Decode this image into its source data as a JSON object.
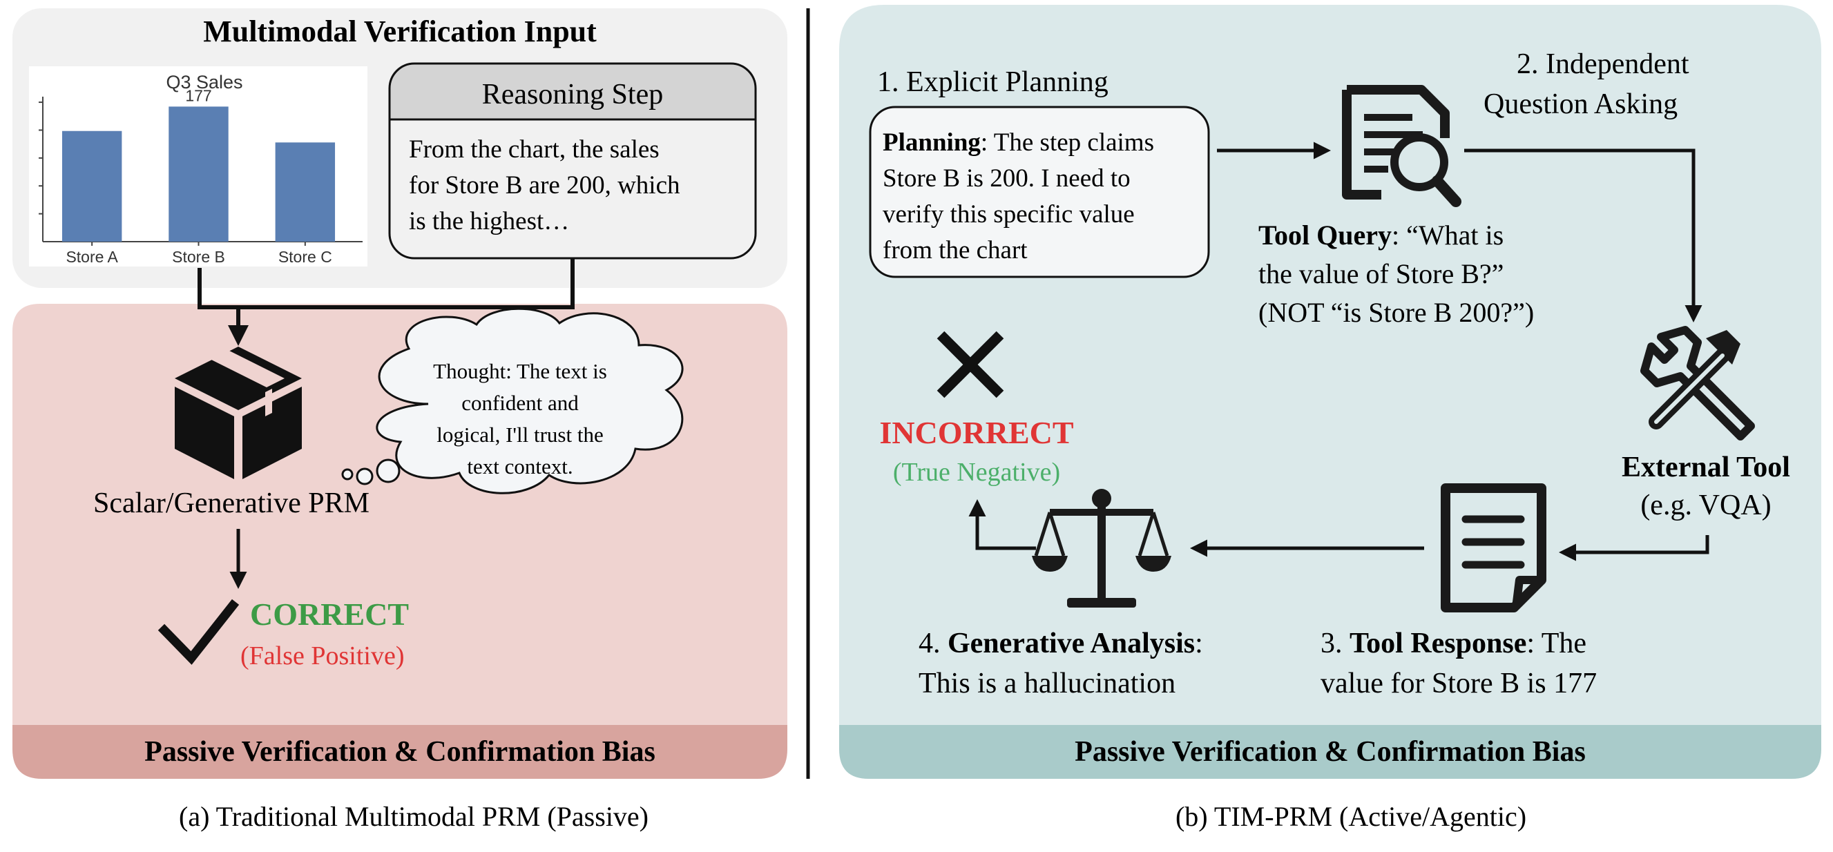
{
  "colors": {
    "input_bg": "#f1f1f1",
    "left_panel_bg": "#efd3d0",
    "left_footer_bg": "#d8a49e",
    "right_panel_bg": "#dbe9ea",
    "right_footer_bg": "#a9cbca",
    "correct_green": "#3d9b46",
    "incorrect_red": "#e03535",
    "true_negative_green": "#4caf6a",
    "bar_blue": "#5a7fb3"
  },
  "left": {
    "input_title": "Multimodal Verification Input",
    "reasoning_title": "Reasoning Step",
    "reasoning_lines": [
      "From the chart, the sales",
      "for Store B are 200, which",
      "is the highest…"
    ],
    "prm_label": "Scalar/Generative PRM",
    "thought_lines": [
      "Thought: The text is",
      "confident and",
      "logical, I'll trust the",
      "text context."
    ],
    "verdict": "CORRECT",
    "verdict_note": "(False Positive)",
    "footer": "Passive Verification & Confirmation Bias",
    "caption": "(a) Traditional Multimodal PRM (Passive)",
    "icons": {
      "box": "box-icon",
      "check": "checkmark-icon"
    }
  },
  "chart_data": {
    "type": "bar",
    "title": "Q3 Sales",
    "categories": [
      "Store A",
      "Store B",
      "Store C"
    ],
    "values": [
      145,
      177,
      130
    ],
    "data_labels": [
      "",
      "177",
      ""
    ],
    "ylim": [
      0,
      190
    ],
    "grid": false,
    "xlabel": "",
    "ylabel": ""
  },
  "right": {
    "step1_title": "1. Explicit Planning",
    "planning_bold": "Planning",
    "planning_lines": [
      ": The step claims",
      "Store B is 200. I need to",
      "verify this specific value",
      "from the chart"
    ],
    "step2_title_lines": [
      "2. Independent",
      "Question Asking"
    ],
    "query_bold": "Tool Query",
    "query_lines": [
      ": “What is",
      "the value of Store B?”",
      "(NOT “is Store B 200?”)"
    ],
    "tool_bold": "External Tool",
    "tool_sub": "(e.g. VQA)",
    "response_num": "3. ",
    "response_bold": "Tool Response",
    "response_lines": [
      ": The",
      "value for Store B is 177"
    ],
    "analysis_num": "4. ",
    "analysis_bold": "Generative Analysis",
    "analysis_lines": [
      ":",
      "This is a hallucination"
    ],
    "verdict": "INCORRECT",
    "verdict_note": "(True Negative)",
    "footer": "Passive Verification & Confirmation Bias",
    "caption": "(b) TIM-PRM (Active/Agentic)",
    "icons": {
      "search_doc": "document-search-icon",
      "tools": "tools-icon",
      "doc": "document-icon",
      "scale": "balance-scale-icon",
      "cross": "cross-icon"
    }
  }
}
